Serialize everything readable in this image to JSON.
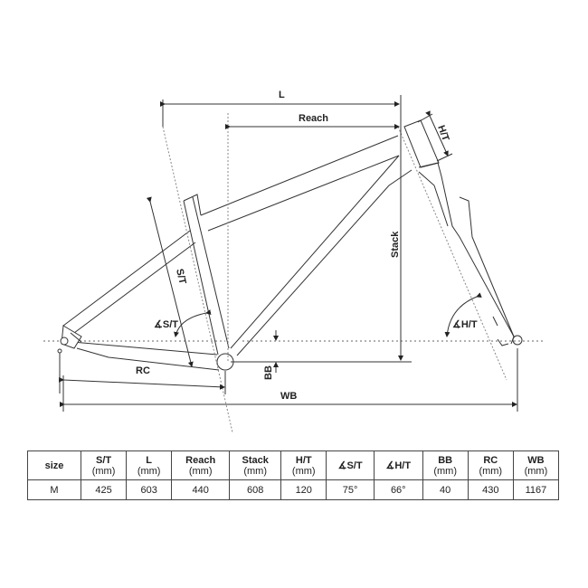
{
  "diagram": {
    "labels": {
      "l": "L",
      "reach": "Reach",
      "ht": "H/T",
      "stack": "Stack",
      "st": "S/T",
      "st_angle": "∡S/T",
      "ht_angle": "∡H/T",
      "bb": "BB",
      "rc": "RC",
      "wb": "WB"
    }
  },
  "table": {
    "columns": [
      {
        "name": "size",
        "unit": ""
      },
      {
        "name": "S/T",
        "unit": "(mm)"
      },
      {
        "name": "L",
        "unit": "(mm)"
      },
      {
        "name": "Reach",
        "unit": "(mm)"
      },
      {
        "name": "Stack",
        "unit": "(mm)"
      },
      {
        "name": "H/T",
        "unit": "(mm)"
      },
      {
        "name": "∡S/T",
        "unit": ""
      },
      {
        "name": "∡H/T",
        "unit": ""
      },
      {
        "name": "BB",
        "unit": "(mm)"
      },
      {
        "name": "RC",
        "unit": "(mm)"
      },
      {
        "name": "WB",
        "unit": "(mm)"
      }
    ],
    "rows": [
      [
        "M",
        "425",
        "603",
        "440",
        "608",
        "120",
        "75°",
        "66°",
        "40",
        "430",
        "1167"
      ]
    ]
  }
}
